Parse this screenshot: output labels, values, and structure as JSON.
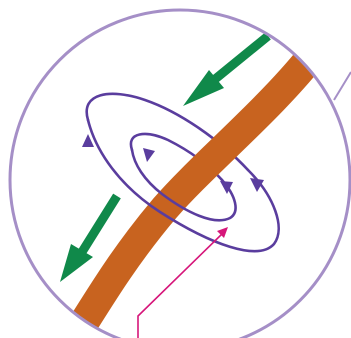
{
  "diagram": {
    "kind": "magnetic-field-around-current-carrying-wire",
    "colors": {
      "background": "#ffffff",
      "lens_border": "#a58fc7",
      "wire": "#c8631f",
      "field_loops": "#5a3d9e",
      "current_arrows": "#10894a",
      "pointer_line": "#d6167a"
    },
    "field_loops": [
      {
        "name": "outer-field-loop",
        "arrow_count": 2
      },
      {
        "name": "inner-field-loop",
        "arrow_count": 2
      }
    ],
    "current_arrows": [
      {
        "name": "current-arrow-upper",
        "direction": "down-left"
      },
      {
        "name": "current-arrow-lower",
        "direction": "down-left"
      }
    ]
  }
}
